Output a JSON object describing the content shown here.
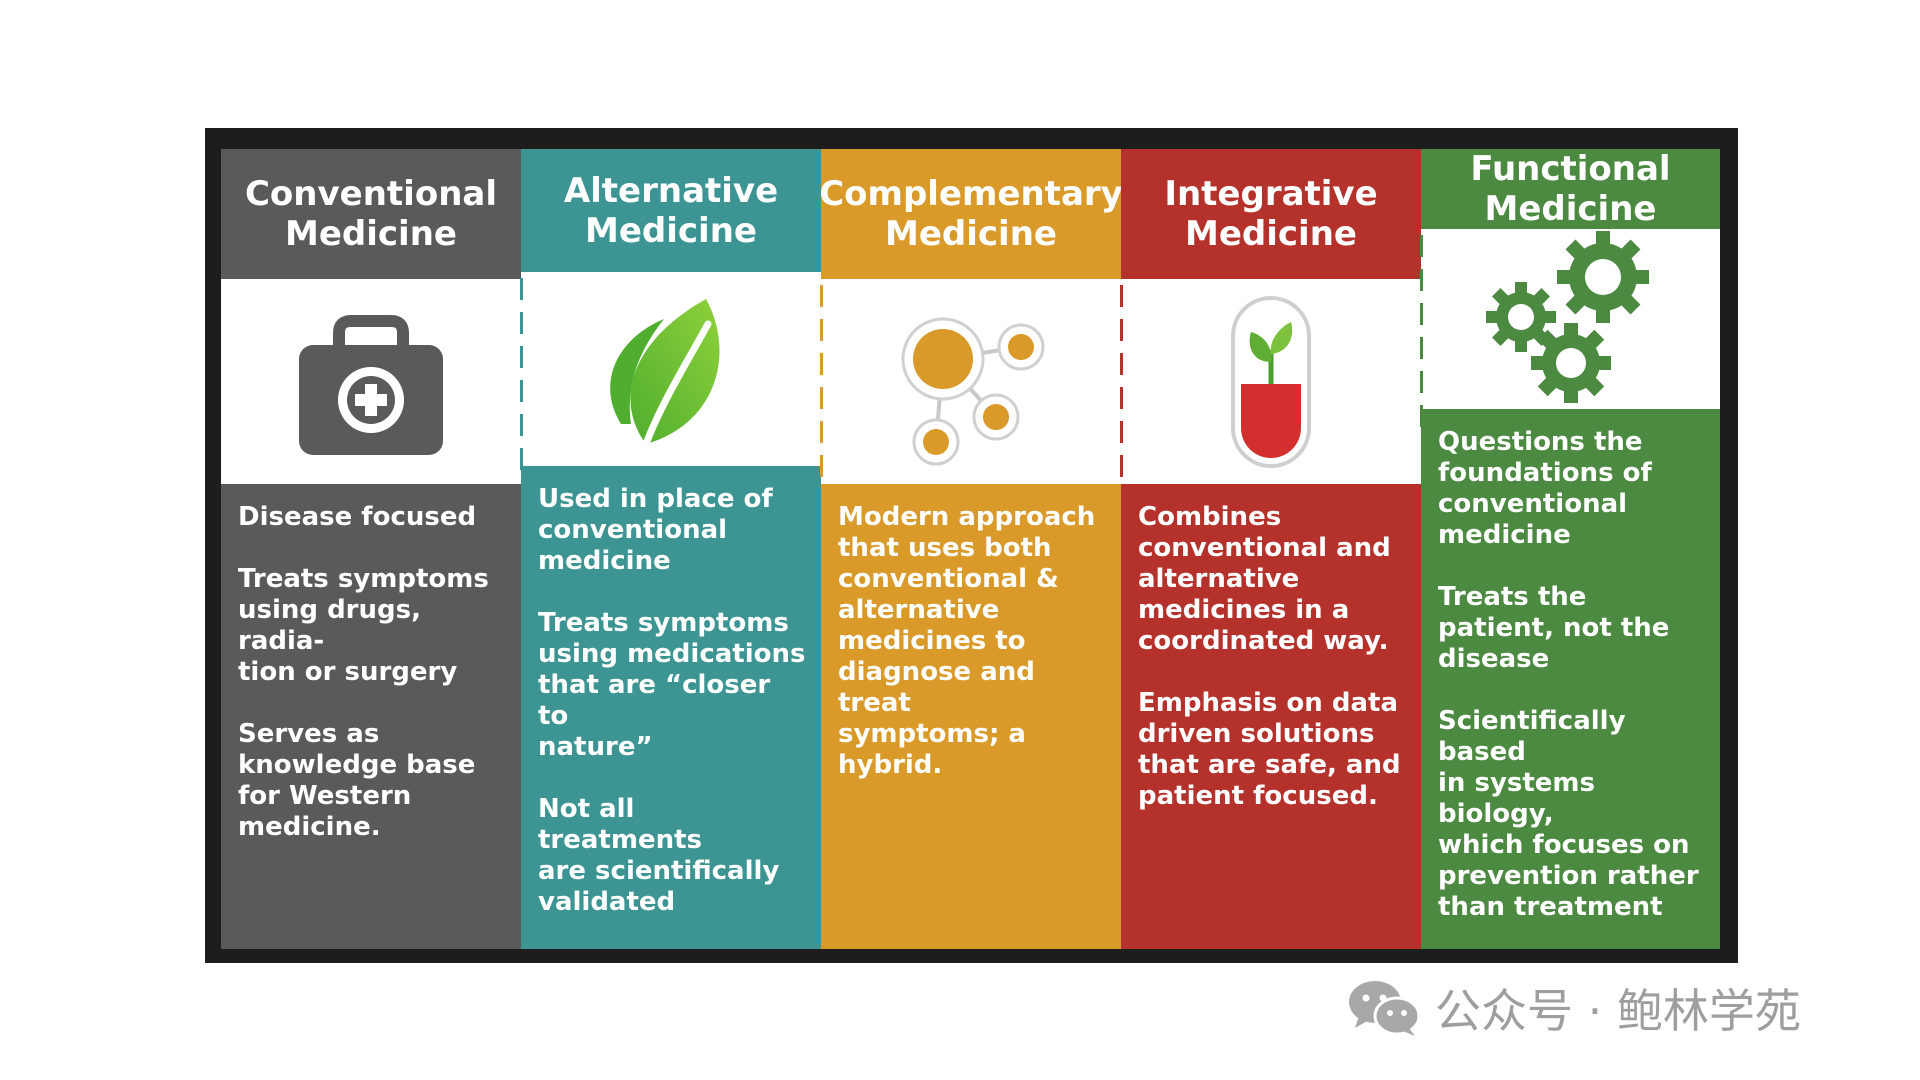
{
  "columns": [
    {
      "title_line1": "Conventional",
      "title_line2": "Medicine",
      "icon": "medical-kit-icon",
      "color": "#5a5a5a",
      "paragraphs": [
        "Disease focused",
        "Treats symptoms\nusing drugs, radia-\ntion or surgery",
        "Serves as\nknowledge base\nfor Western\nmedicine."
      ]
    },
    {
      "title_line1": "Alternative",
      "title_line2": "Medicine",
      "icon": "leaf-icon",
      "color": "#3c9592",
      "paragraphs": [
        "Used in place of\nconventional\nmedicine",
        "Treats symptoms\nusing medications\nthat are “closer to\nnature”",
        "Not all treatments\nare scientifically\nvalidated"
      ]
    },
    {
      "title_line1": "Complementary",
      "title_line2": "Medicine",
      "icon": "molecule-icon",
      "color": "#d99a29",
      "paragraphs": [
        "Modern approach\nthat uses both\nconventional &\nalternative\nmedicines to\ndiagnose and treat\nsymptoms; a\nhybrid."
      ]
    },
    {
      "title_line1": "Integrative",
      "title_line2": "Medicine",
      "icon": "capsule-plant-icon",
      "color": "#b5322c",
      "paragraphs": [
        "Combines\nconventional and\nalternative\nmedicines in a\ncoordinated way.",
        "Emphasis on data\ndriven solutions\nthat are safe, and\npatient focused."
      ]
    },
    {
      "title_line1": "Functional",
      "title_line2": "Medicine",
      "icon": "gears-icon",
      "color": "#4b8a40",
      "paragraphs": [
        "Questions the\nfoundations of\nconventional\nmedicine",
        "Treats the\npatient, not the\ndisease",
        "Scientifically based\nin systems biology,\nwhich focuses on\nprevention rather\nthan treatment"
      ]
    }
  ],
  "watermark": {
    "icon": "wechat-icon",
    "text": "公众号 · 鲍林学苑"
  }
}
